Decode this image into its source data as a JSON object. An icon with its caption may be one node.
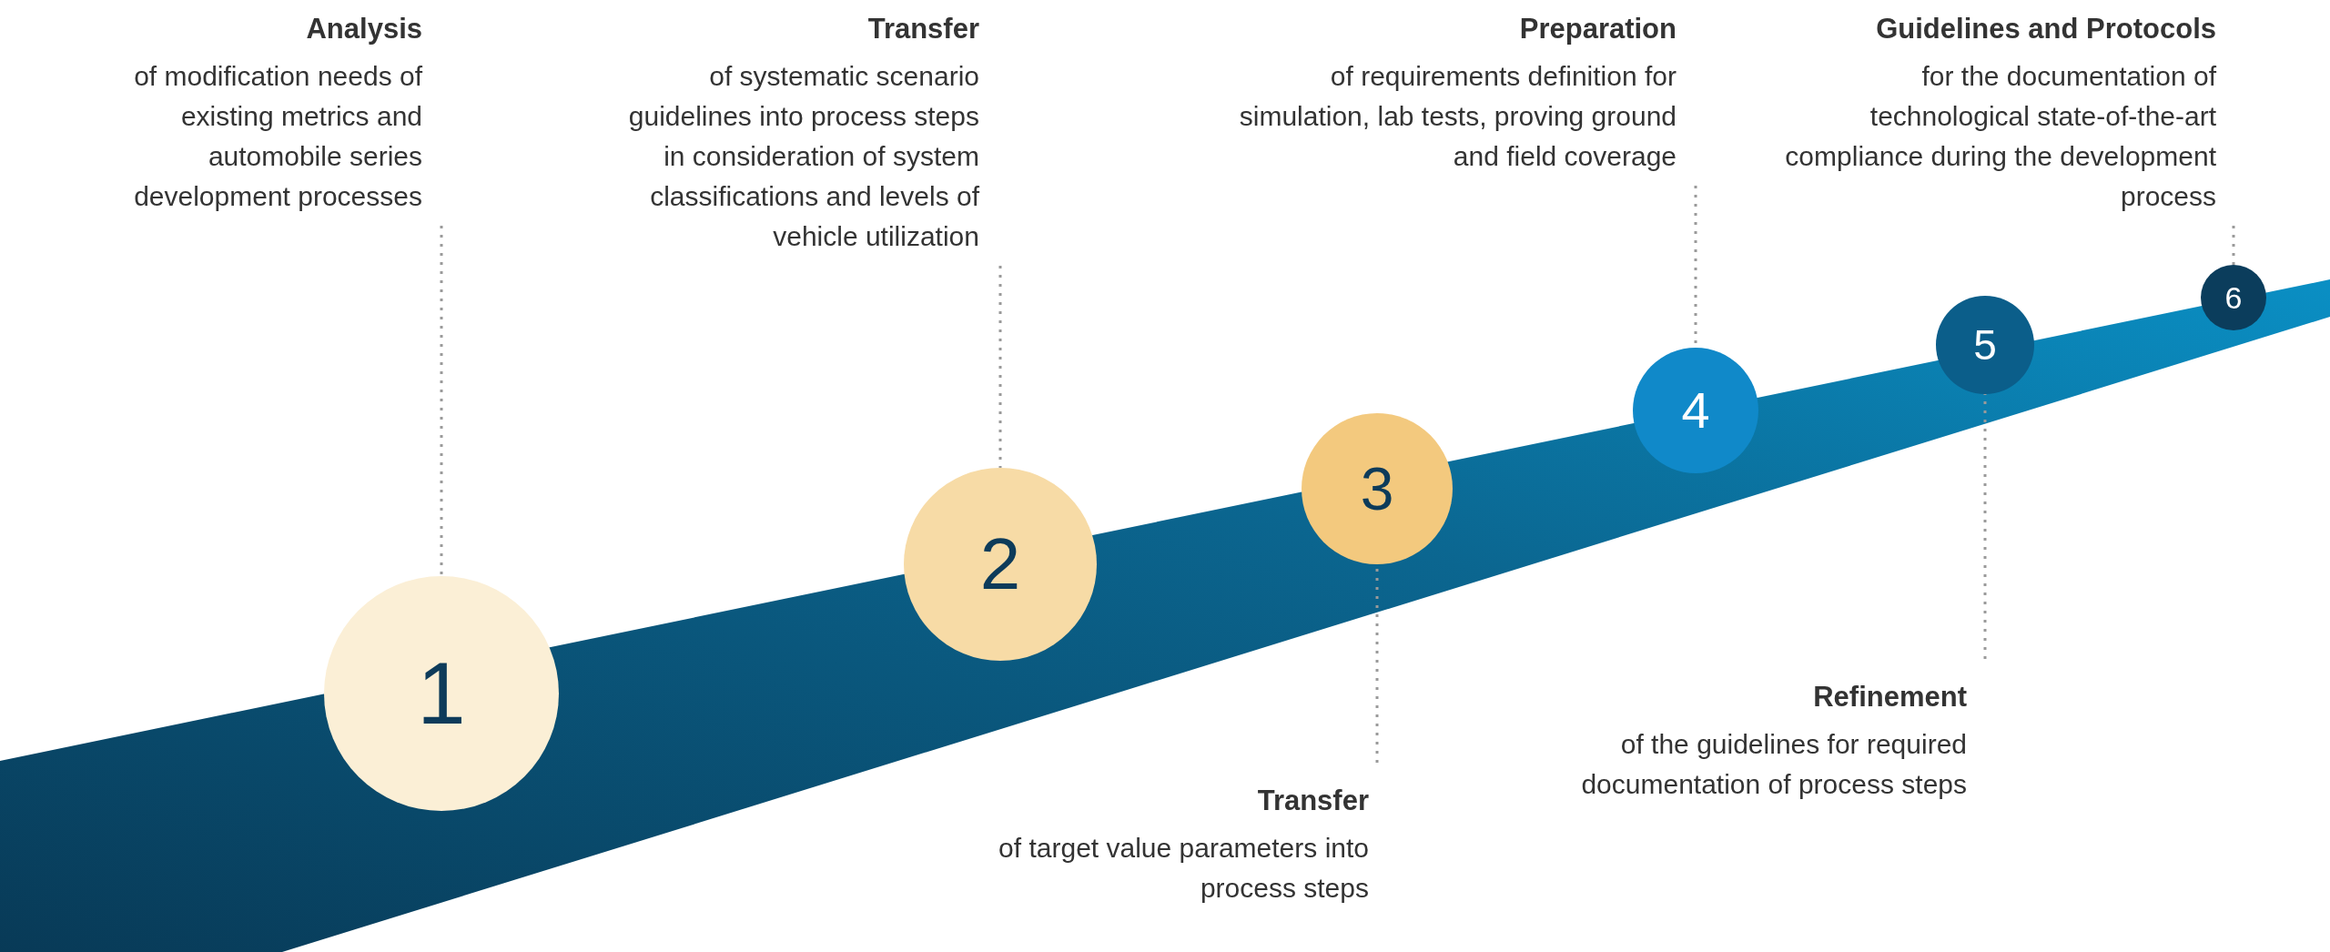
{
  "diagram": {
    "nodes": [
      {
        "text": [
          "Analysis",
          "of modification needs of existing metrics and automobile series development processes"
        ]
      },
      {
        "text": [
          "Transfer",
          "of systematic scenario guidelines into process steps in consideration of system classifications and levels of vehicle utilization"
        ]
      },
      {
        "text": [
          "Preparation",
          "of requirements definition for simulation, lab tests, proving ground and field coverage"
        ]
      },
      {
        "text": [
          "Guidelines and Protocols",
          "for the documentation of technological state-of-the-art compliance during the development process"
        ]
      },
      {
        "text": [
          "1"
        ]
      },
      {
        "text": [
          "2"
        ]
      },
      {
        "text": [
          "3"
        ]
      },
      {
        "text": [
          "4"
        ]
      },
      {
        "text": [
          "5"
        ]
      },
      {
        "text": [
          "6"
        ]
      },
      {
        "text": [
          "Transfer",
          "of target value parameters into process steps"
        ]
      },
      {
        "text": [
          "Refinement",
          "of the guidelines for required documentation of process steps"
        ]
      }
    ],
    "edges": [
      {
        "from": 0,
        "to": 4,
        "arrow": "none",
        "style": "dashed"
      },
      {
        "from": 1,
        "to": 5,
        "arrow": "none",
        "style": "dashed"
      },
      {
        "from": 2,
        "to": 7,
        "arrow": "none",
        "style": "dashed"
      },
      {
        "from": 3,
        "to": 9,
        "arrow": "none",
        "style": "dashed"
      },
      {
        "from": 10,
        "to": 6,
        "arrow": "none",
        "style": "dashed"
      },
      {
        "from": 11,
        "to": 8,
        "arrow": "none",
        "style": "dashed"
      }
    ]
  }
}
